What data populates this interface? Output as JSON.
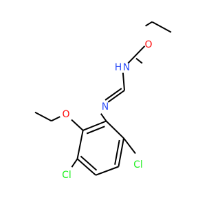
{
  "molecule": {
    "atoms": {
      "o_ethoxy_top": {
        "symbol": "O",
        "color": "#ff0d0d"
      },
      "n_amine": {
        "symbol": "H",
        "suffix": "N",
        "color": "#3050f8"
      },
      "n_imine": {
        "symbol": "N",
        "color": "#3050f8"
      },
      "o_ethoxy_ring": {
        "symbol": "O",
        "color": "#ff0d0d"
      },
      "cl_left": {
        "symbol": "Cl",
        "color": "#1ff01f"
      },
      "cl_right": {
        "symbol": "Cl",
        "color": "#1ff01f"
      }
    },
    "bond_color": "#000000"
  }
}
